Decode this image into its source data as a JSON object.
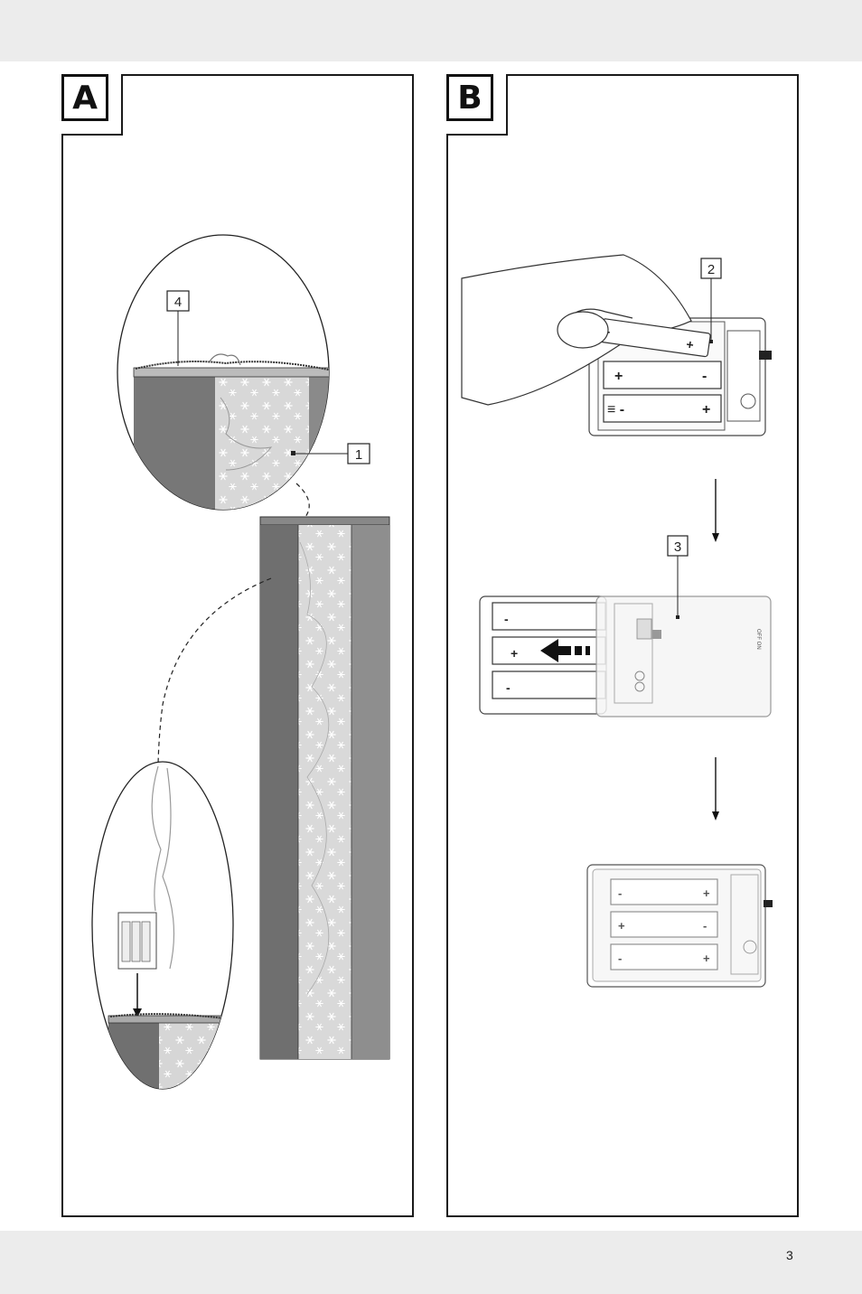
{
  "page": {
    "number": "3"
  },
  "panels": [
    {
      "id": "A",
      "label": "A"
    },
    {
      "id": "B",
      "label": "B"
    }
  ],
  "callouts": {
    "c1": "1",
    "c2": "2",
    "c3": "3",
    "c4": "4"
  },
  "switch_label": "OFF ON"
}
